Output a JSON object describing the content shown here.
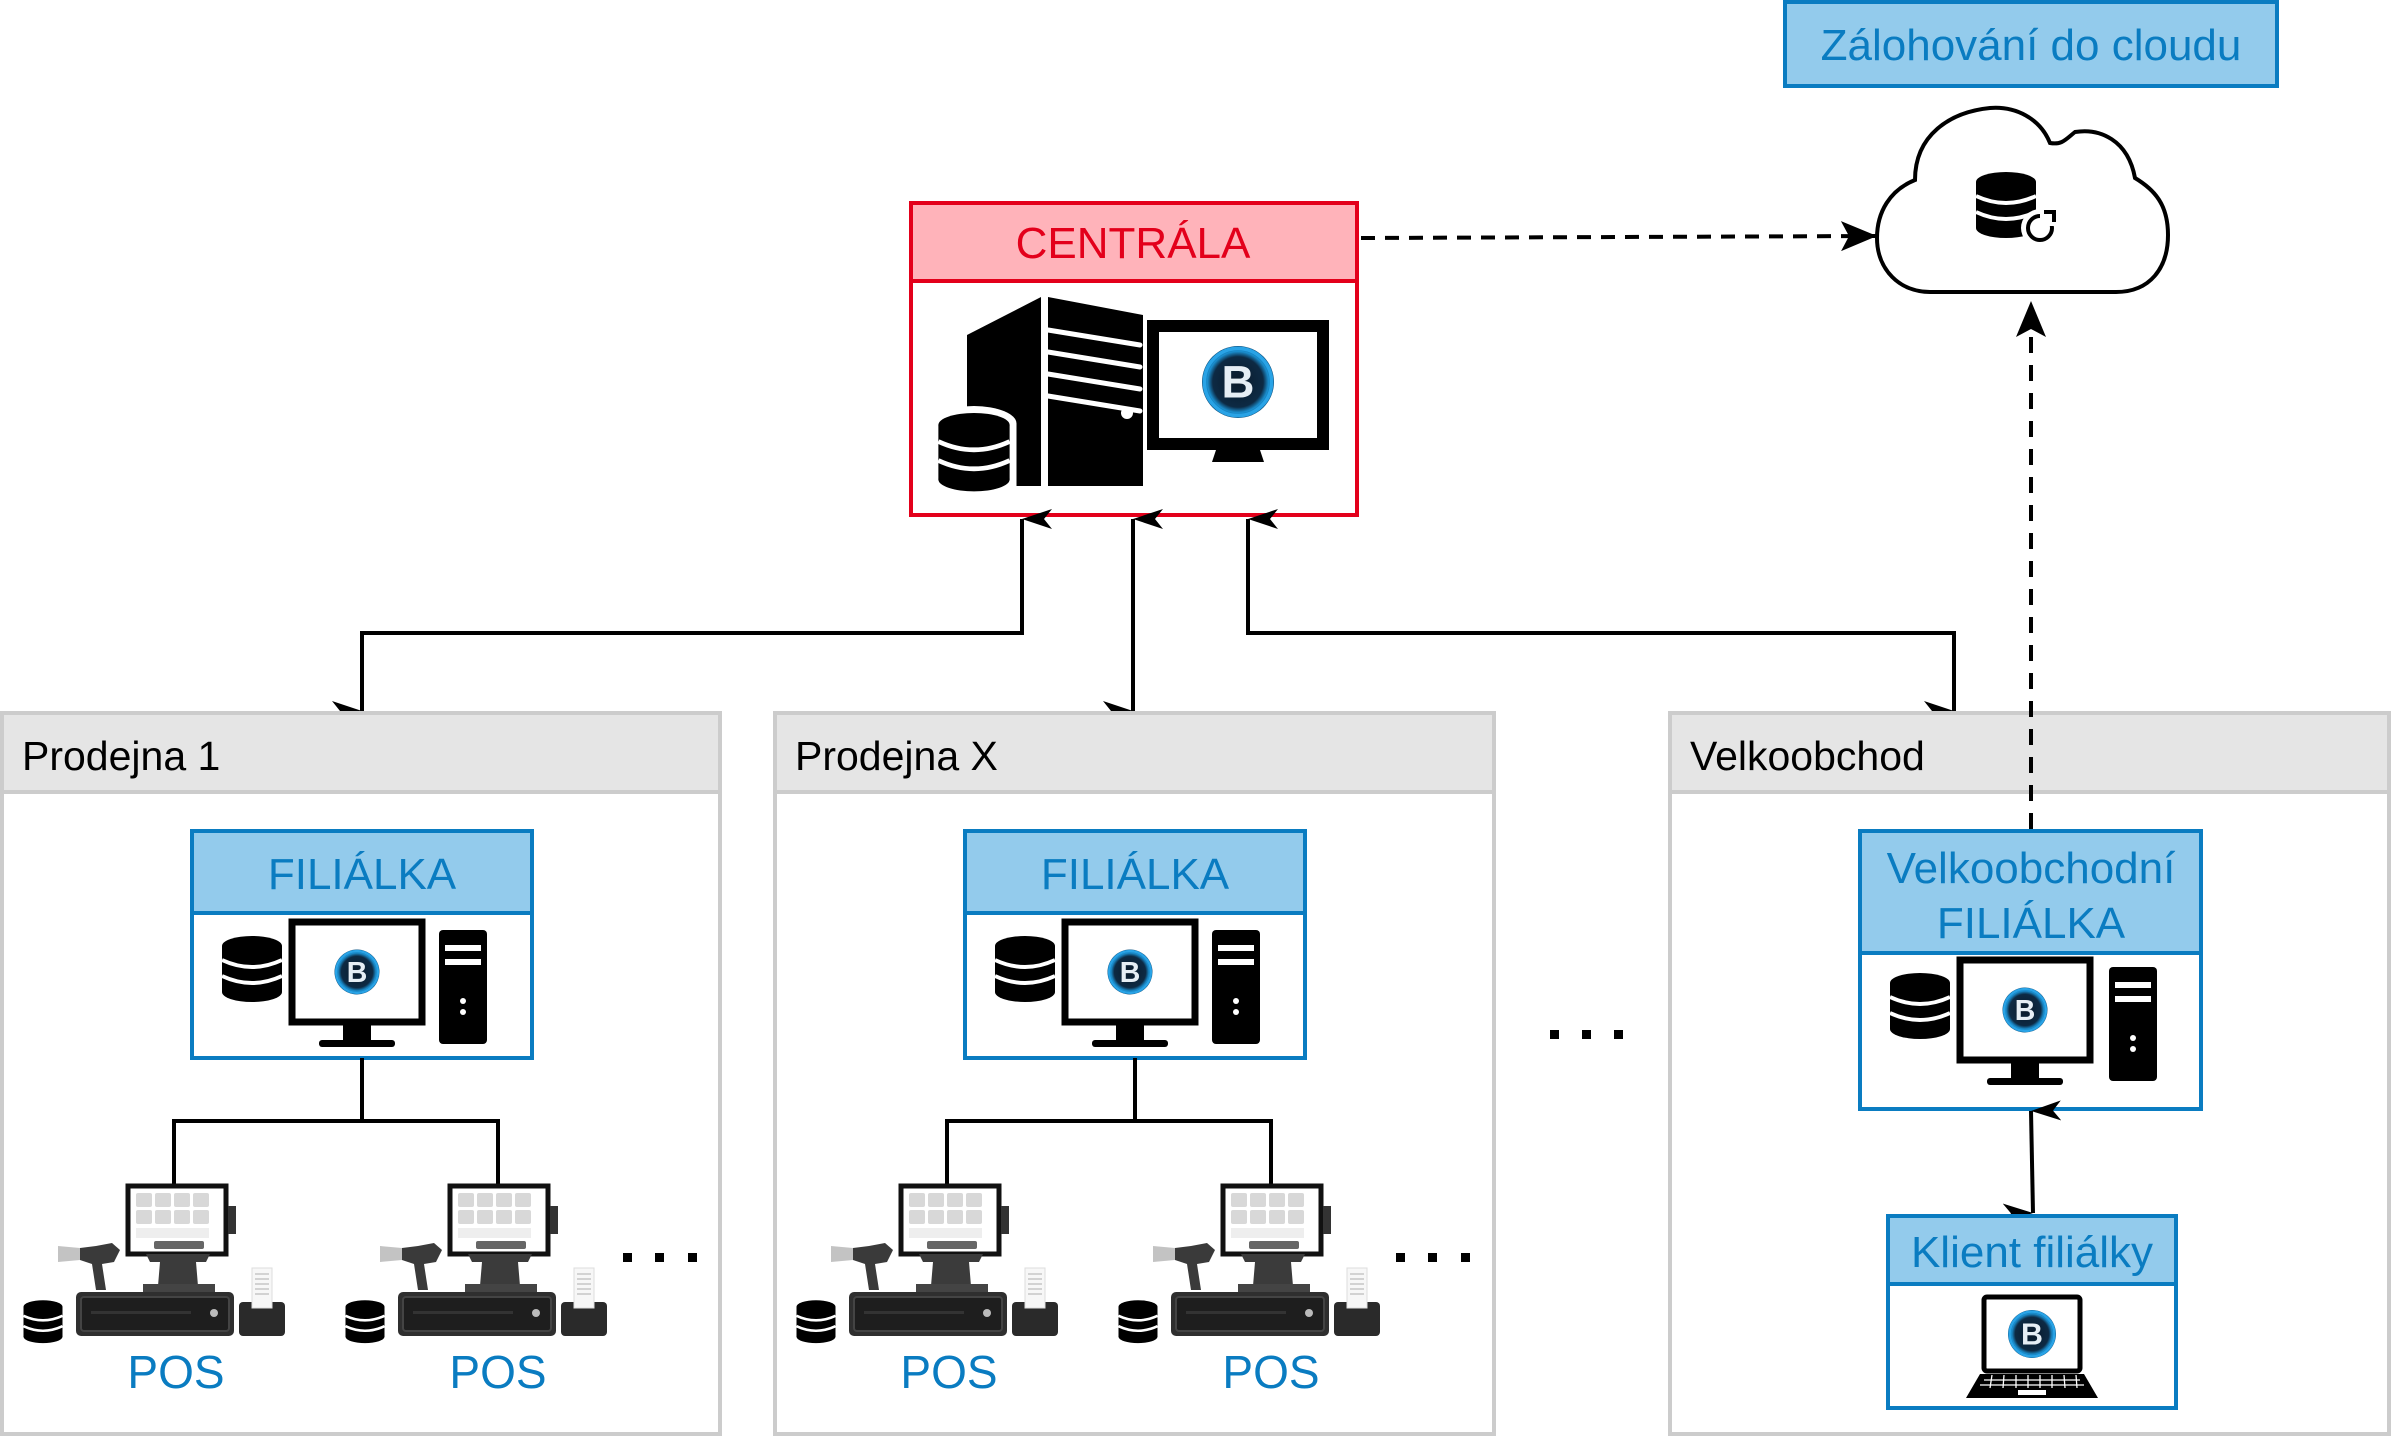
{
  "cloud_backup": {
    "label": "Zálohování do cloudu",
    "icon": "cloud-database-sync-icon"
  },
  "central": {
    "title": "CENTRÁLA",
    "icons": [
      "database-icon",
      "server-tower-icon",
      "monitor-icon",
      "b-logo-icon"
    ]
  },
  "stores": [
    {
      "title": "Prodejna 1",
      "branch": {
        "title": "FILIÁLKA",
        "icons": [
          "database-icon",
          "monitor-icon",
          "b-logo-icon",
          "pc-tower-icon"
        ]
      },
      "pos": [
        {
          "label": "POS"
        },
        {
          "label": "POS"
        }
      ],
      "ellipsis": "..."
    },
    {
      "title": "Prodejna X",
      "branch": {
        "title": "FILIÁLKA",
        "icons": [
          "database-icon",
          "monitor-icon",
          "b-logo-icon",
          "pc-tower-icon"
        ]
      },
      "pos": [
        {
          "label": "POS"
        },
        {
          "label": "POS"
        }
      ],
      "ellipsis": "..."
    }
  ],
  "between_ellipsis": "...",
  "wholesale": {
    "title": "Velkoobchod",
    "branch": {
      "title_line1": "Velkoobchodní",
      "title_line2": "FILIÁLKA",
      "icons": [
        "database-icon",
        "monitor-icon",
        "b-logo-icon",
        "pc-tower-icon"
      ]
    },
    "client": {
      "title": "Klient filiálky",
      "icon": "laptop-icon"
    }
  },
  "colors": {
    "central_border": "#e3001b",
    "central_header": "#ffb3ba",
    "branch_border": "#0a7cc1",
    "branch_header": "#93cbec",
    "group_border": "#cccccc",
    "group_header": "#e5e5e5"
  },
  "connections": [
    {
      "from": "central",
      "to": "Prodejna 1",
      "style": "solid",
      "direction": "bidirectional"
    },
    {
      "from": "central",
      "to": "Prodejna X",
      "style": "solid",
      "direction": "bidirectional"
    },
    {
      "from": "central",
      "to": "Velkoobchod",
      "style": "solid",
      "direction": "bidirectional"
    },
    {
      "from": "central",
      "to": "cloud",
      "style": "dashed",
      "direction": "one-way"
    },
    {
      "from": "Velkoobchodní FILIÁLKA",
      "to": "cloud",
      "style": "dashed",
      "direction": "one-way"
    },
    {
      "from": "Velkoobchodní FILIÁLKA",
      "to": "Klient filiálky",
      "style": "solid",
      "direction": "bidirectional"
    }
  ]
}
